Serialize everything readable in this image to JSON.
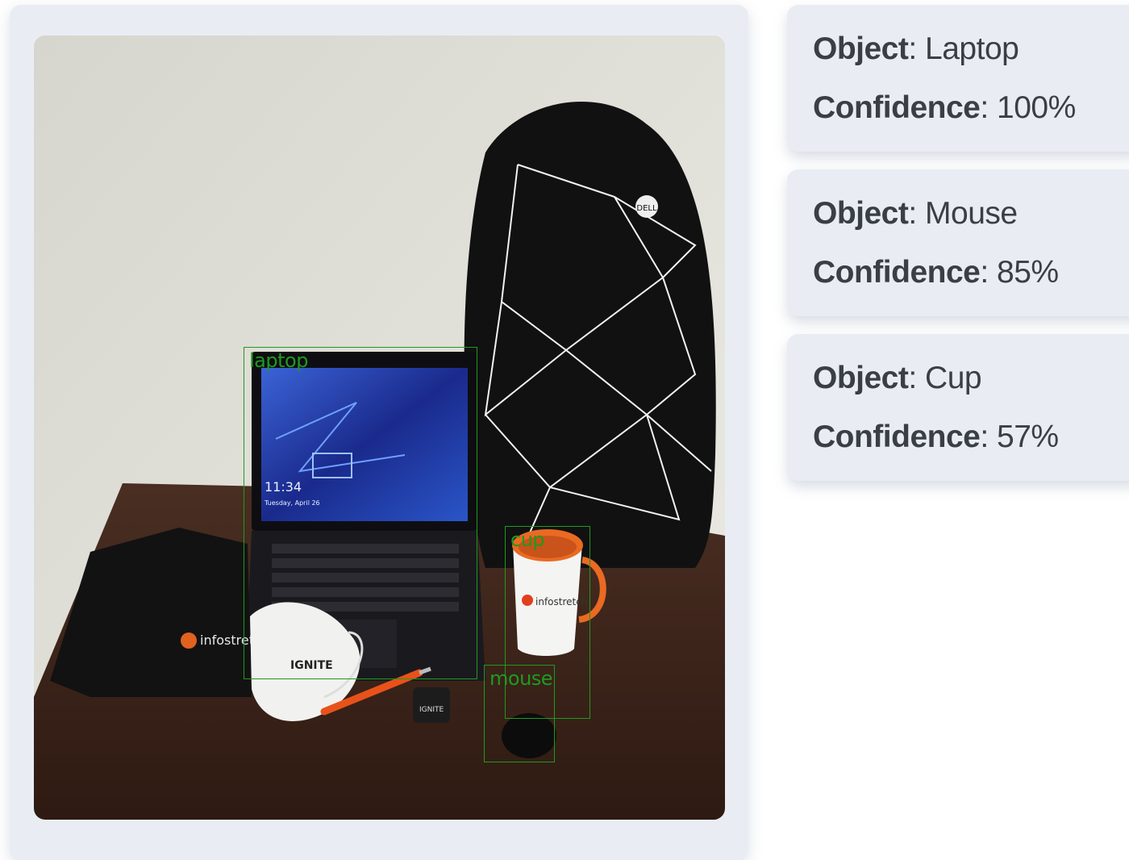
{
  "detections": [
    {
      "object_label": "Object",
      "object": "Laptop",
      "confidence_label": "Confidence",
      "confidence": "100%"
    },
    {
      "object_label": "Object",
      "object": "Mouse",
      "confidence_label": "Confidence",
      "confidence": "85%"
    },
    {
      "object_label": "Object",
      "object": "Cup",
      "confidence_label": "Confidence",
      "confidence": "57%"
    }
  ],
  "boxes": {
    "laptop": "laptop",
    "cup": "cup",
    "mouse": "mouse"
  },
  "photo_text": {
    "clock_time": "11:34",
    "clock_date": "Tuesday, April 26",
    "brand_bag": "DELL",
    "brand_mug": "infostretch",
    "brand_shirt": "infostretch",
    "brand_mask": "IGNITE",
    "brand_keychain": "IGNITE"
  },
  "colors": {
    "box_color": "#1f9a1f",
    "panel_bg": "#e9edf3",
    "text_color": "#3a3f46"
  }
}
